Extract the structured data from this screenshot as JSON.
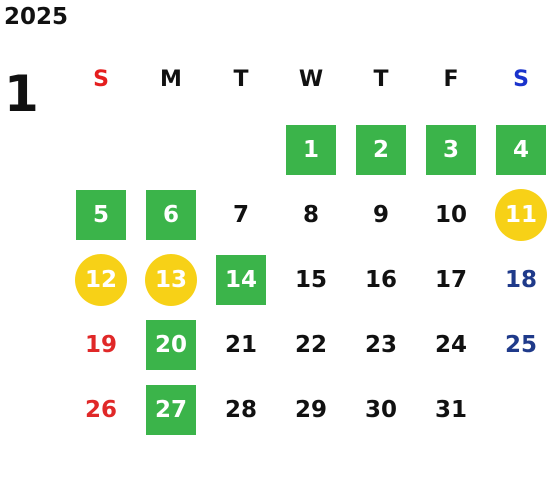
{
  "year": "2025",
  "month": "1",
  "colors": {
    "sunday_header": "#e51e1e",
    "saturday_header": "#1a33cc",
    "sunday_day": "#e02828",
    "saturday_day": "#1f3a8a",
    "weekday": "#111111",
    "green_highlight": "#3bb44a",
    "yellow_highlight": "#f7d117"
  },
  "weekdays": [
    "S",
    "M",
    "T",
    "W",
    "T",
    "F",
    "S"
  ],
  "weeks": [
    [
      {
        "d": ""
      },
      {
        "d": ""
      },
      {
        "d": ""
      },
      {
        "d": "1",
        "hl": "green"
      },
      {
        "d": "2",
        "hl": "green"
      },
      {
        "d": "3",
        "hl": "green"
      },
      {
        "d": "4",
        "hl": "green"
      }
    ],
    [
      {
        "d": "5",
        "hl": "green"
      },
      {
        "d": "6",
        "hl": "green"
      },
      {
        "d": "7"
      },
      {
        "d": "8"
      },
      {
        "d": "9"
      },
      {
        "d": "10"
      },
      {
        "d": "11",
        "hl": "yellow"
      }
    ],
    [
      {
        "d": "12",
        "hl": "yellow"
      },
      {
        "d": "13",
        "hl": "yellow"
      },
      {
        "d": "14",
        "hl": "green"
      },
      {
        "d": "15"
      },
      {
        "d": "16"
      },
      {
        "d": "17"
      },
      {
        "d": "18"
      }
    ],
    [
      {
        "d": "19"
      },
      {
        "d": "20",
        "hl": "green"
      },
      {
        "d": "21"
      },
      {
        "d": "22"
      },
      {
        "d": "23"
      },
      {
        "d": "24"
      },
      {
        "d": "25"
      }
    ],
    [
      {
        "d": "26"
      },
      {
        "d": "27",
        "hl": "green"
      },
      {
        "d": "28"
      },
      {
        "d": "29"
      },
      {
        "d": "30"
      },
      {
        "d": "31"
      },
      {
        "d": ""
      }
    ]
  ]
}
